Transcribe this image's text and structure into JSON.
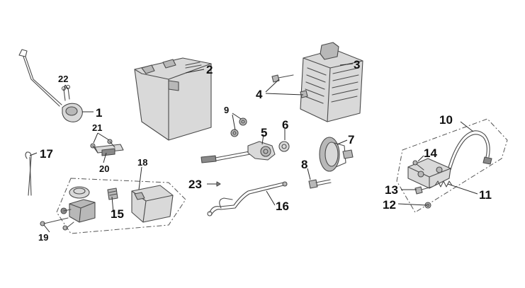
{
  "callouts": {
    "c1": "1",
    "c2": "2",
    "c3": "3",
    "c4": "4",
    "c5": "5",
    "c6": "6",
    "c7": "7",
    "c8": "8",
    "c9": "9",
    "c10": "10",
    "c11": "11",
    "c12": "12",
    "c13": "13",
    "c14": "14",
    "c15": "15",
    "c16": "16",
    "c17": "17",
    "c18": "18",
    "c19": "19",
    "c20": "20",
    "c21": "21",
    "c22": "22",
    "c23": "23"
  },
  "colors": {
    "line": "#4a4a4a",
    "shade_light": "#d9d9d9",
    "shade_mid": "#b8b8b8",
    "shade_dark": "#8a8a8a",
    "label": "#111111"
  }
}
